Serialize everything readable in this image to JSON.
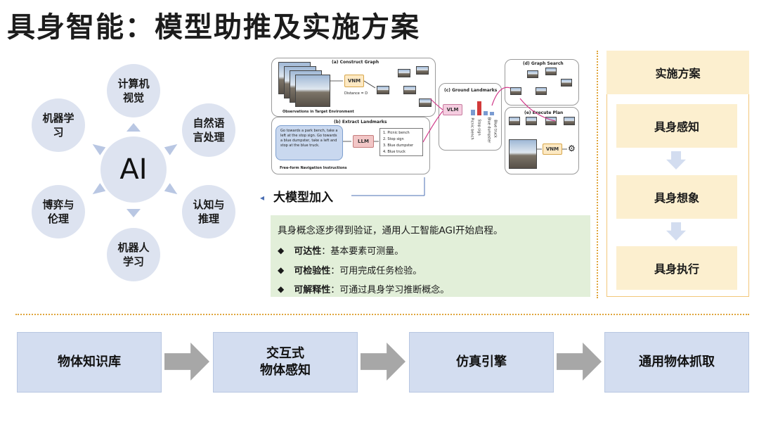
{
  "title": "具身智能：模型助推及实施方案",
  "ai_wheel": {
    "center": "AI",
    "nodes": {
      "top": "计算机\n视觉",
      "top_right": "自然语\n言处理",
      "bottom_right": "认知与\n推理",
      "bottom": "机器人\n学习",
      "bottom_left": "博弈与\n伦理",
      "top_left": "机器学\n习"
    }
  },
  "figure": {
    "construct_graph": "(a) Construct Graph",
    "observations": "Observations in Target Environment",
    "distance": "Distance = D",
    "vnm": "VNM",
    "extract_landmarks": "(b) Extract Landmarks",
    "instruction": "Go towards a park bench, take a left at the stop sign. Go towards a blue dumpster, take a left and stop at the blue truck.",
    "llm": "LLM",
    "landmarks": [
      "1. Picnic bench",
      "2. Stop sign",
      "3. Blue dumpster",
      "4. Blue truck"
    ],
    "free_form": "Free-form Navigation Instructions",
    "ground_landmarks": "(c) Ground Landmarks",
    "vlm": "VLM",
    "bar_labels": [
      "Picnic bench",
      "Stop sign",
      "Blue dumpster",
      "Blue truck"
    ],
    "graph_search": "(d) Graph Search",
    "execute_plan": "(e) Execute Plan"
  },
  "big_model_label": "大模型加入",
  "green_panel": {
    "lead": "具身概念逐步得到验证，通用人工智能AGI开始启程。",
    "items": [
      {
        "keyword": "可达性",
        "text": "：基本要素可测量。"
      },
      {
        "keyword": "可检验性",
        "text": "：可用完成任务检验。"
      },
      {
        "keyword": "可解释性",
        "text": "：可通过具身学习推断概念。"
      }
    ]
  },
  "plan": {
    "header": "实施方案",
    "steps": [
      "具身感知",
      "具身想象",
      "具身执行"
    ]
  },
  "flow": [
    "物体知识库",
    "交互式\n物体感知",
    "仿真引擎",
    "通用物体抓取"
  ],
  "colors": {
    "wheel_fill": "#dde3f0",
    "green_panel": "#e2efd9",
    "plan_fill": "#fcefcf",
    "flow_fill": "#d3ddf0",
    "divider": "#e0a63d"
  }
}
